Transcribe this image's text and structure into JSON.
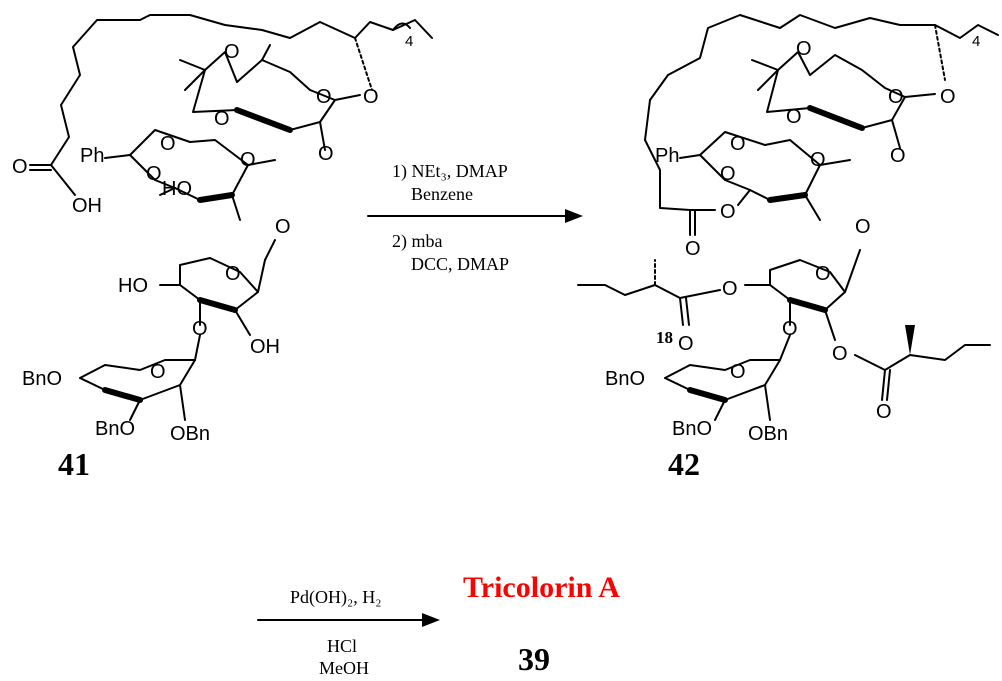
{
  "compound_41": {
    "label": "41",
    "atoms": {
      "cooh_o": "O",
      "cooh_oh": "OH",
      "ph": "Ph",
      "o_ring1": "O",
      "o_acetal1": "O",
      "o_acetal2": "O",
      "ho_gal": "HO",
      "o_link1": "O",
      "o_link2": "O",
      "o_link3": "O",
      "o_link4": "O",
      "o_iso1": "O",
      "o_iso2": "O",
      "o_fuc": "O",
      "o_fucmid": "O",
      "o_rham": "O",
      "ho_rham": "HO",
      "oh_rham": "OH",
      "o_lastring": "O",
      "bno1": "BnO",
      "bno2": "BnO",
      "obn": "OBn",
      "chain_count": "4"
    }
  },
  "conditions": {
    "step1": "1) NEt₃, DMAP",
    "step1b": "Benzene",
    "step2": "2) mba",
    "step2b": "DCC, DMAP"
  },
  "compound_42": {
    "label": "42",
    "atoms": {
      "ph": "Ph",
      "o_acetal1": "O",
      "o_acetal2": "O",
      "o_ester": "O",
      "o_carbonyl": "O",
      "o_ring1": "O",
      "o_ring2": "O",
      "o_link1": "O",
      "o_link2": "O",
      "o_iso1": "O",
      "o_iso2": "O",
      "o_fuc": "O",
      "o_fuc2": "O",
      "o_rhamring": "O",
      "o_rham_ester1": "O",
      "o_rham_carb1": "O",
      "o_rham_ester2": "O",
      "o_rham_carb2": "O",
      "o_link3": "O",
      "o_lastring": "O",
      "bno1": "BnO",
      "bno2": "BnO",
      "obn": "OBn",
      "label_18": "18",
      "chain_count": "4"
    }
  },
  "final_step": {
    "reagent": "Pd(OH)₂, H₂",
    "solvent1": "HCl",
    "solvent2": "MeOH",
    "product_name": "Tricolorin A",
    "product_label": "39",
    "product_color": "#ff0000"
  }
}
